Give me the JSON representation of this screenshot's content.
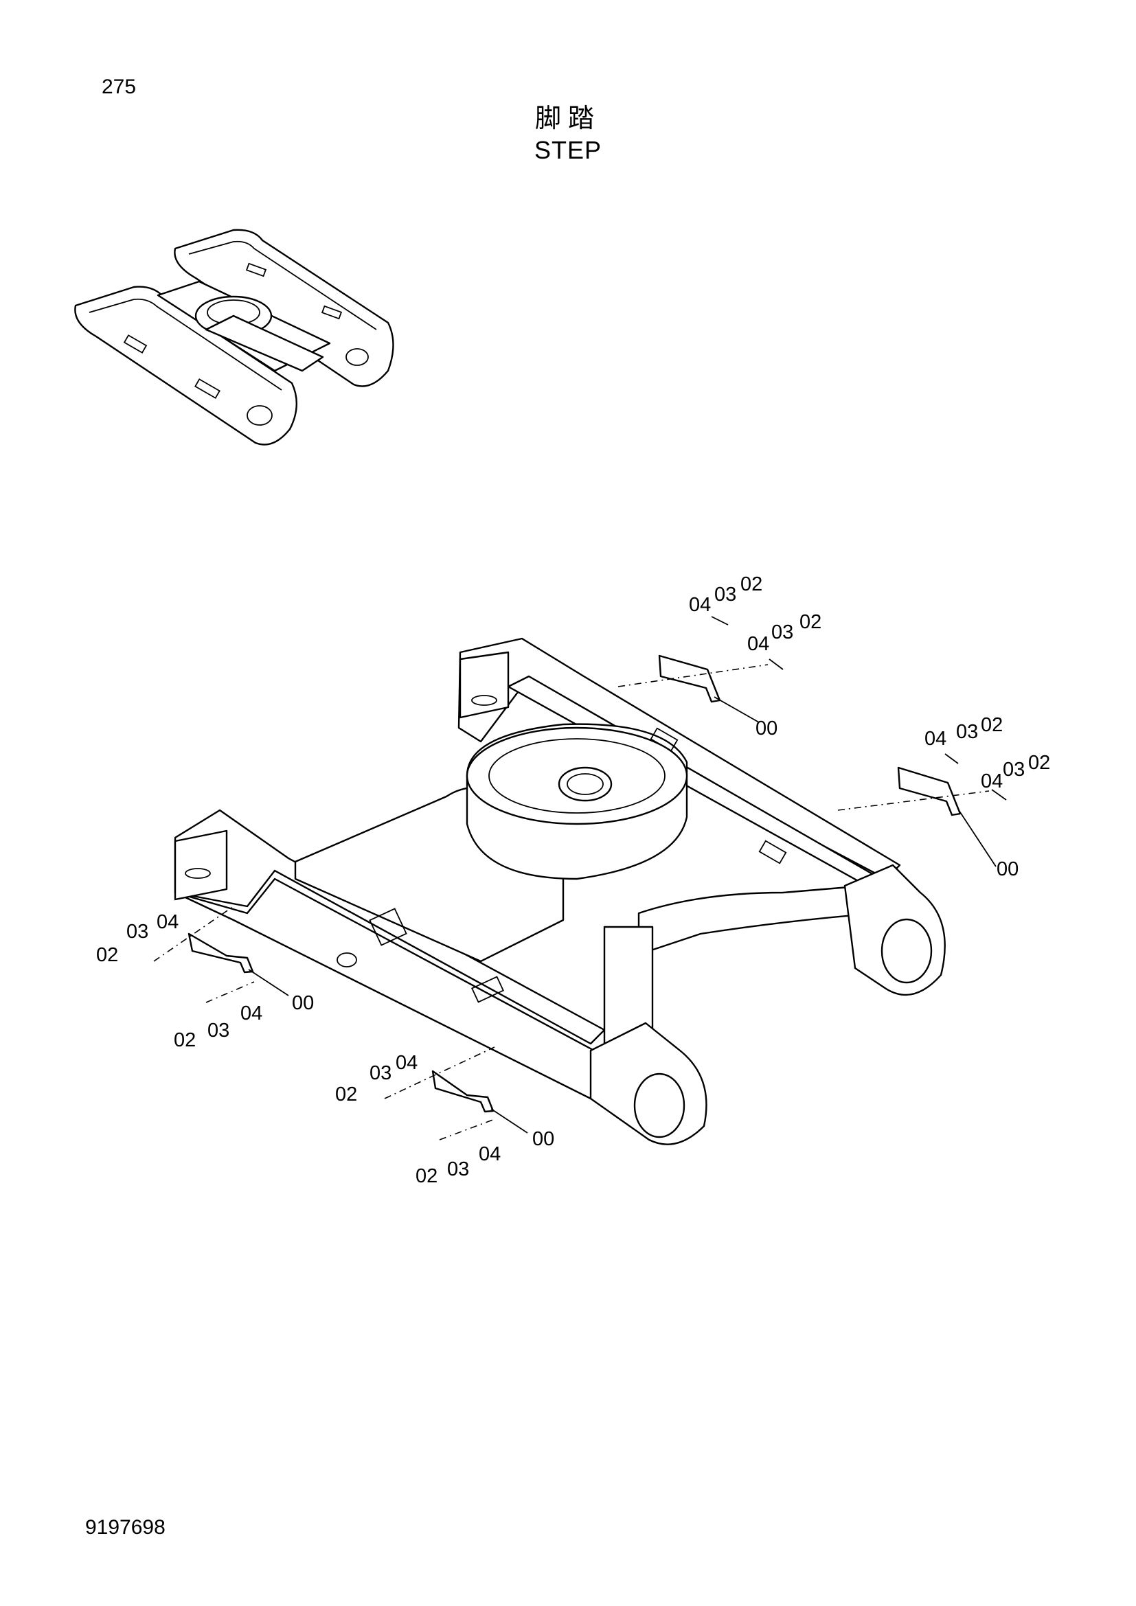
{
  "header": {
    "page_number": "275",
    "title_cn": "脚踏",
    "title_en": "STEP"
  },
  "footer": {
    "document_number": "9197698"
  },
  "callouts": {
    "a1": "04",
    "a2": "03",
    "a3": "02",
    "b1": "04",
    "b2": "03",
    "b3": "02",
    "b4": "00",
    "c1": "04",
    "c2": "03",
    "c3": "02",
    "d1": "04",
    "d2": "03",
    "d3": "02",
    "d4": "00",
    "e1": "02",
    "e2": "03",
    "e3": "04",
    "f1": "00",
    "f2": "02",
    "f3": "03",
    "f4": "04",
    "g1": "02",
    "g2": "03",
    "g3": "04",
    "h1": "00",
    "h2": "02",
    "h3": "03",
    "h4": "04"
  }
}
